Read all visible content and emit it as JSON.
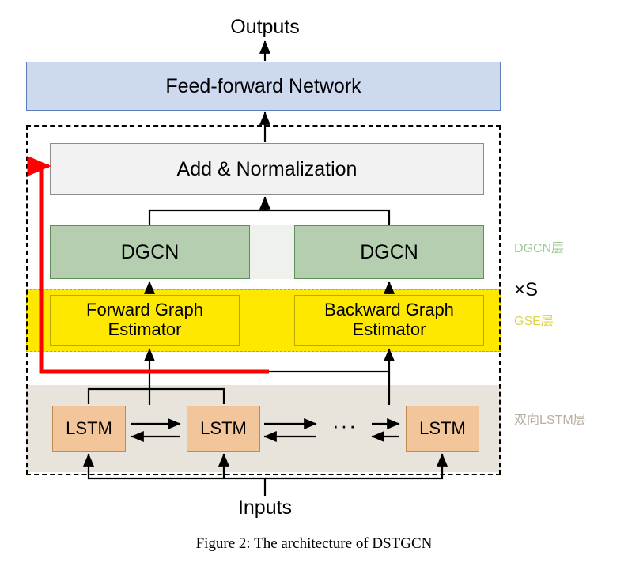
{
  "figure": {
    "caption": "Figure 2: The architecture of DSTGCN",
    "top_label": "Outputs",
    "bottom_label": "Inputs"
  },
  "blocks": {
    "ffn": "Feed-forward Network",
    "add_norm": "Add & Normalization",
    "dgcn_left": "DGCN",
    "dgcn_right": "DGCN",
    "gse_left": "Forward Graph Estimator",
    "gse_right": "Backward Graph Estimator",
    "lstm_1": "LSTM",
    "lstm_2": "LSTM",
    "lstm_3": "LSTM",
    "ellipsis": "···"
  },
  "annotations": {
    "dgcn_layer": "DGCN层",
    "gse_layer": "GSE层",
    "lstm_layer": "双向LSTM层",
    "repeat": "×S"
  },
  "colors": {
    "ffn_fill": "#ccd9ef",
    "ffn_border": "#5b7fb5",
    "addnorm_fill": "#f2f2f2",
    "addnorm_border": "#8c8c8c",
    "dgcn_fill": "#b5ceb0",
    "dgcn_border": "#5f8f58",
    "gse_fill": "#ffe800",
    "gse_border": "#b8a800",
    "lstm_fill": "#f2c69a",
    "lstm_border": "#c08b4f",
    "lstm_band": "#e8e4dc",
    "residual_arrow": "#ff0000",
    "annot_dgcn": "#9ecb93",
    "annot_gse": "#e0d44a",
    "annot_lstm": "#b8b0a2"
  }
}
